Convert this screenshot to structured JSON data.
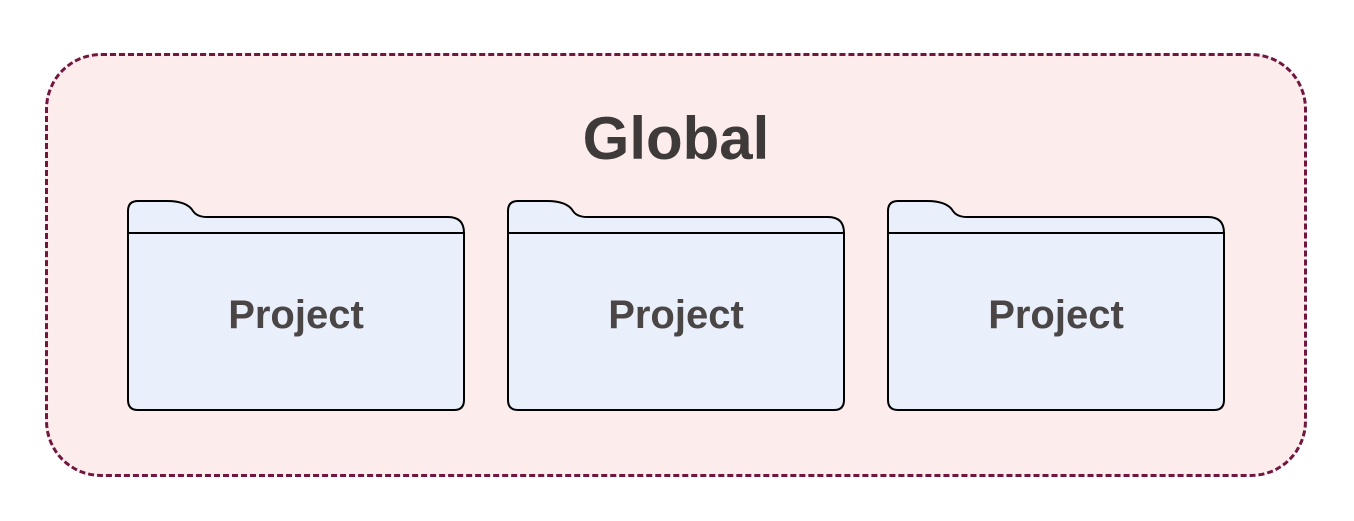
{
  "diagram": {
    "container": {
      "label": "Global",
      "fill_color": "#fcecec",
      "border_color": "#70163f",
      "title_color": "#3e3a3a"
    },
    "folders": [
      {
        "label": "Project"
      },
      {
        "label": "Project"
      },
      {
        "label": "Project"
      }
    ],
    "folder_style": {
      "fill_color": "#e9effb",
      "border_color": "#000000",
      "label_color": "#4a4646"
    }
  }
}
